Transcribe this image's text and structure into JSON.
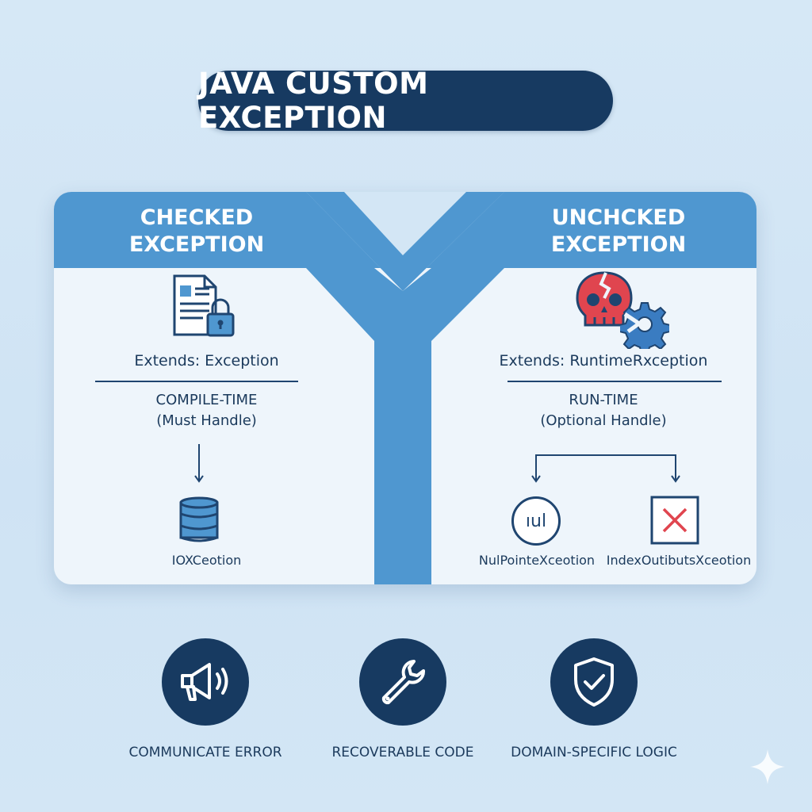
{
  "title": "JAVA CUSTOM EXCEPTION",
  "checked": {
    "heading_line1": "CHECKED",
    "heading_line2": "EXCEPTION",
    "extends": "Extends: Exception",
    "kind_line1": "COMPILE-TIME",
    "kind_line2": "(Must Handle)",
    "example": "IOXCeotion",
    "icons": [
      "document-lock-icon",
      "database-icon"
    ]
  },
  "unchecked": {
    "heading_line1": "UNCHCKED",
    "heading_line2": "EXCEPTION",
    "extends": "Extends: RuntimeRxception",
    "kind_line1": "RUN-TIME",
    "kind_line2": "(Optional Handle)",
    "example1": "NulPointeXceotion",
    "example1_badge": "ıul",
    "example2": "IndexOutibutsXceotion",
    "icons": [
      "broken-skull-icon",
      "broken-gear-icon",
      "null-circle-icon",
      "error-x-icon"
    ]
  },
  "features": [
    {
      "label": "COMMUNICATE ERROR",
      "icon": "megaphone-icon"
    },
    {
      "label": "RECOVERABLE CODE",
      "icon": "wrench-icon"
    },
    {
      "label": "DOMAIN-SPECIFIC LOGIC",
      "icon": "shield-check-icon"
    }
  ],
  "colors": {
    "navy": "#173a61",
    "header_blue": "#4f97d0",
    "panel_bg": "#eef5fb",
    "danger_red": "#e0454f",
    "gear_blue": "#3a7cc1"
  }
}
